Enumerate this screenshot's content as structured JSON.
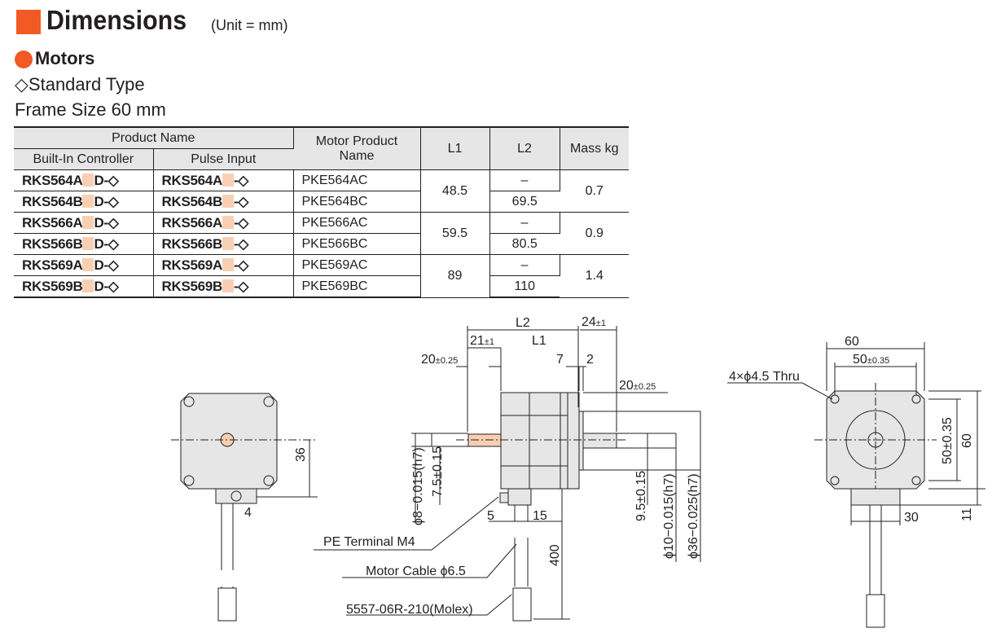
{
  "header": {
    "title": "Dimensions",
    "unit": "(Unit = mm)",
    "section": "Motors",
    "type": "◇Standard Type",
    "frame": "Frame Size 60 mm"
  },
  "table": {
    "headers": {
      "product_name": "Product Name",
      "built_in": "Built-In Controller",
      "pulse": "Pulse Input",
      "motor1": "Motor Product",
      "motor2": "Name",
      "l1": "L1",
      "l2": "L2",
      "mass": "Mass kg"
    },
    "rows": [
      {
        "bic": "RKS564A",
        "bic_suffix": "D-◇",
        "pi": "RKS564A",
        "pi_suffix": "-◇",
        "motor": "PKE564AC",
        "l1": "48.5",
        "l2": "–",
        "mass": "0.7"
      },
      {
        "bic": "RKS564B",
        "bic_suffix": "D-◇",
        "pi": "RKS564B",
        "pi_suffix": "-◇",
        "motor": "PKE564BC",
        "l2": "69.5"
      },
      {
        "bic": "RKS566A",
        "bic_suffix": "D-◇",
        "pi": "RKS566A",
        "pi_suffix": "-◇",
        "motor": "PKE566AC",
        "l1": "59.5",
        "l2": "–",
        "mass": "0.9"
      },
      {
        "bic": "RKS566B",
        "bic_suffix": "D-◇",
        "pi": "RKS566B",
        "pi_suffix": "-◇",
        "motor": "PKE566BC",
        "l2": "80.5"
      },
      {
        "bic": "RKS569A",
        "bic_suffix": "D-◇",
        "pi": "RKS569A",
        "pi_suffix": "-◇",
        "motor": "PKE569AC",
        "l1": "89",
        "l2": "–",
        "mass": "1.4"
      },
      {
        "bic": "RKS569B",
        "bic_suffix": "D-◇",
        "pi": "RKS569B",
        "pi_suffix": "-◇",
        "motor": "PKE569BC",
        "l2": "110"
      }
    ]
  },
  "drawing": {
    "left": {
      "d36": "36",
      "d4": "4"
    },
    "side": {
      "L2": "L2",
      "L1": "L1",
      "d24": "24",
      "d24tol": "±1",
      "d21": "21",
      "d21tol": "±1",
      "d20a": "20",
      "d20atol": "±0.25",
      "d7": "7",
      "d2": "2",
      "d20b": "20",
      "d20btol": "±0.25",
      "phi8": "ϕ8−0.015(h7)",
      "d75": "7.5±0.15",
      "d95": "9.5±0.15",
      "phi10": "ϕ10−0.015(h7)",
      "phi36": "ϕ36−0.025(h7)",
      "d5": "5",
      "d15": "15",
      "d400": "400",
      "pe": "PE Terminal M4",
      "cable": "Motor Cable ϕ6.5",
      "conn": "5557-06R-210(Molex)"
    },
    "front": {
      "d60": "60",
      "d50": "50",
      "d50tol": "±0.35",
      "holes": "4×ϕ4.5 Thru",
      "v50": "50±0.35",
      "v60": "60",
      "d30": "30",
      "d11": "11"
    }
  },
  "colors": {
    "accent": "#f15a24",
    "shaft": "#f8cfb3",
    "body": "#e6e6e6"
  }
}
